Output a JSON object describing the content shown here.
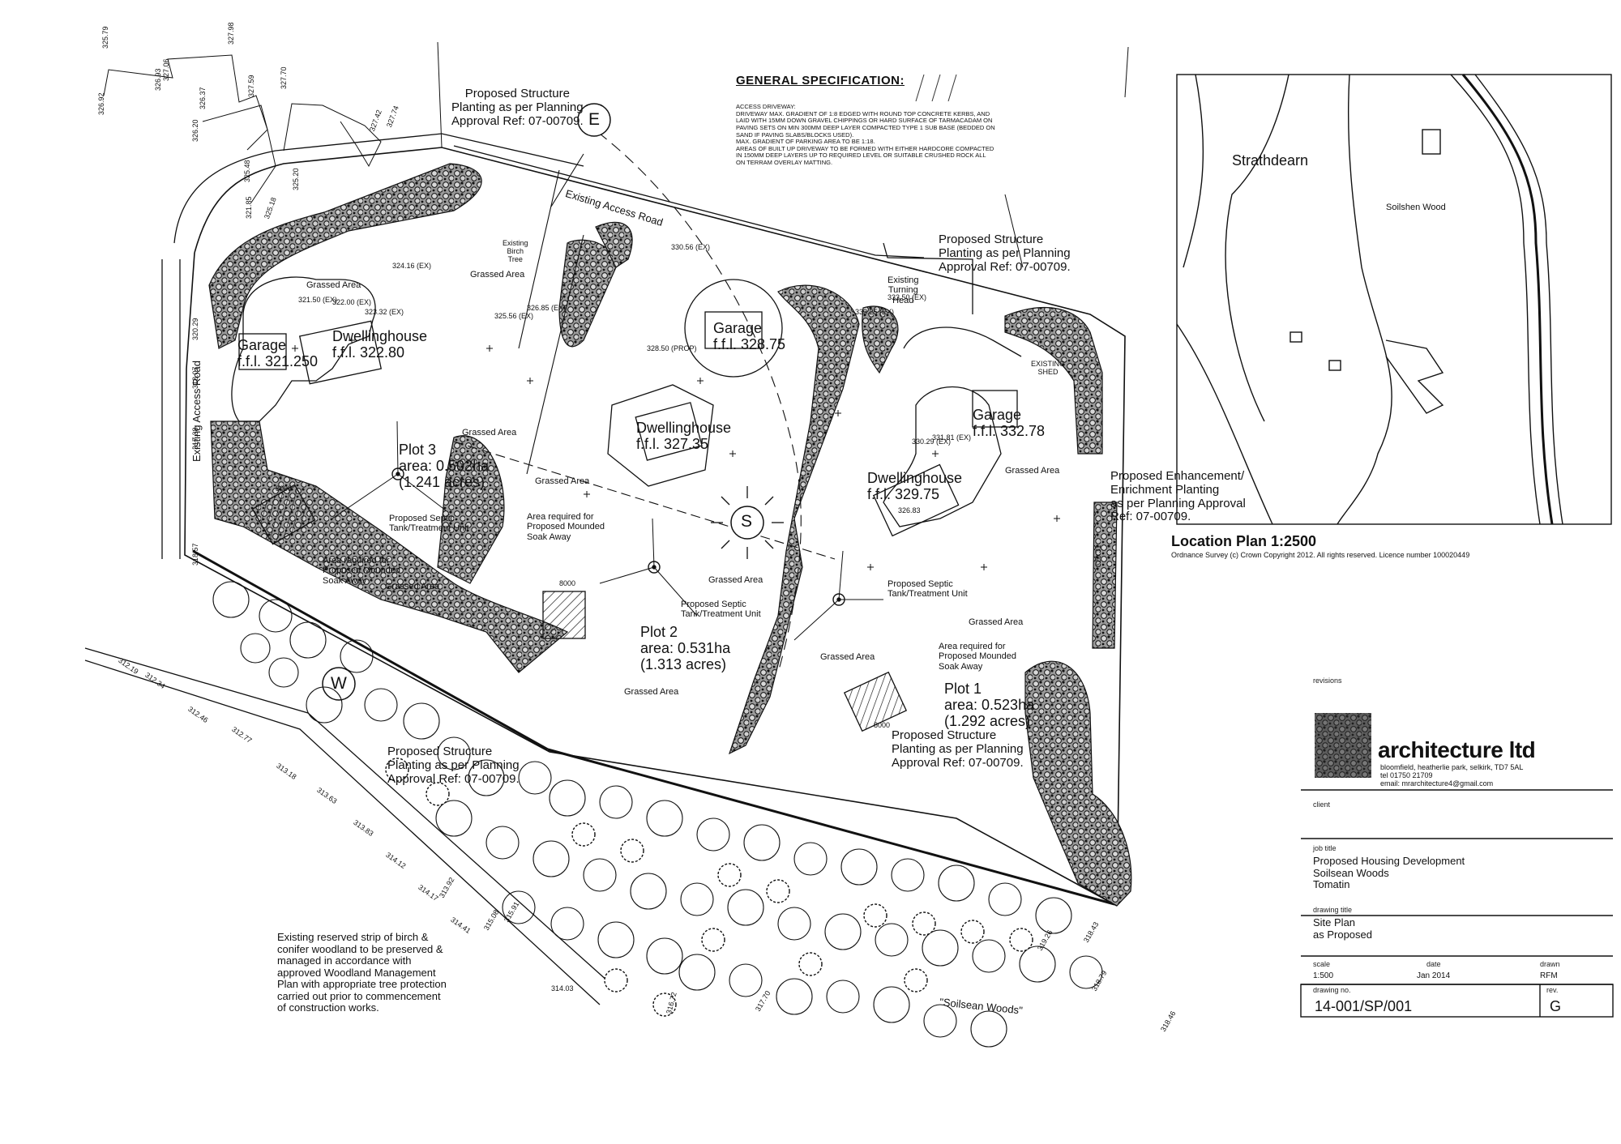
{
  "spec": {
    "title": "GENERAL SPECIFICATION:",
    "body": "ACCESS DRIVEWAY:\nDRIVEWAY MAX. GRADIENT OF 1:8 EDGED WITH ROUND TOP CONCRETE KERBS, AND LAID WITH 15mm DOWN GRAVEL CHIPPINGS OR HARD SURFACE OF TARMACADAM ON PAVING SETS ON MIN 300mm DEEP LAYER COMPACTED TYPE 1 SUB BASE (BEDDED ON SAND IF PAVING SLABS/BLOCKS USED).\nMAX. GRADIENT OF PARKING AREA TO BE 1:18.\nAREAS OF BUILT UP DRIVEWAY TO BE FORMED WITH EITHER HARDCORE COMPACTED IN 150mm DEEP LAYERS UP TO REQUIRED LEVEL OR SUITABLE CRUSHED ROCK ALL ON TERRAM OVERLAY MATTING."
  },
  "location_plan": {
    "place": "Strathdearn",
    "wood": "Soilshen Wood",
    "title": "Location Plan 1:2500",
    "copyright": "Ordnance Survey (c) Crown Copyright 2012. All rights reserved. Licence number 100020449"
  },
  "site": {
    "planting_top": "Proposed Structure\nPlanting as per Planning\nApproval Ref: 07-00709.",
    "planting_right": "Proposed Structure\nPlanting as per Planning\nApproval Ref: 07-00709.",
    "planting_bottom": "Proposed Structure\nPlanting as per Planning\nApproval Ref: 07-00709.",
    "planting_left": "Proposed Structure\nPlanting as per Planning\nApproval Ref: 07-00709.",
    "enhancement": "Proposed Enhancement/\nEnrichment Planting\nas per Planning Approval\nRef: 07-00709.",
    "existing_access_road_top": "Existing Access Road",
    "existing_access_road_left": "Existing Access Road",
    "existing_birch": "Existing\nBirch\nTree",
    "turning_head": "Existing\nTurning\nHead",
    "existing_shed": "EXISTING\nSHED",
    "woodland_note": "Existing reserved strip of birch &\nconifer woodland to be preserved &\nmanaged in accordance with\napproved Woodland Management\nPlan with appropriate tree protection\ncarried out prior to commencement\nof construction works.",
    "soilsean_woods": "\"Soilsean Woods\"",
    "grassed_area": "Grassed Area",
    "septic": "Proposed Septic\nTank/Treatment Unit",
    "soakaway": "Area required for\nProposed Mounded\nSoak Away",
    "dim_8000": "8000",
    "north_e": "E",
    "north_s": "S",
    "north_w": "W",
    "plots": [
      {
        "name": "Plot 3",
        "area": "area: 0.502ha",
        "acres": "(1.241 acres)"
      },
      {
        "name": "Plot 2",
        "area": "area: 0.531ha",
        "acres": "(1.313 acres)"
      },
      {
        "name": "Plot 1",
        "area": "area: 0.523ha",
        "acres": "(1.292 acres)"
      }
    ],
    "garage_label": "Garage",
    "dwelling_label": "Dwellinghouse",
    "garage3_ffl": "f.f.l. 321.250",
    "dwelling3_ffl": "f.f.l. 322.80",
    "garage2_ffl": "f.f.l. 328.75",
    "dwelling2_ffl": "f.f.l. 327.35",
    "garage1_ffl": "f.f.l. 332.78",
    "dwelling1_ffl": "f.f.l. 329.75",
    "levels": [
      "325.79",
      "326.92",
      "327.06",
      "326.93",
      "327.98",
      "327.59",
      "327.70",
      "326.37",
      "326.20",
      "325.48",
      "327.42",
      "327.74",
      "321.85",
      "325.20",
      "325.18",
      "320.29",
      "318.07",
      "317.38",
      "318.57",
      "324.16 (EX)",
      "321.50 (EX)",
      "322.00 (EX)",
      "323.32 (EX)",
      "325.56 (EX)",
      "326.85 (EX)",
      "328.50 (PROP)",
      "333.25 (EX)",
      "333.50 (EX)",
      "330.56 (EX)",
      "331.81 (EX)",
      "330.29 (EX)",
      "326.83",
      "320.31",
      "312.19",
      "312.34",
      "312.46",
      "312.77",
      "313.18",
      "313.63",
      "313.83",
      "314.12",
      "314.17",
      "314.41",
      "314.03",
      "313.92",
      "315.08",
      "315.91",
      "316.72",
      "317.70",
      "318.46",
      "318.79",
      "318.43",
      "319.26"
    ]
  },
  "title_block": {
    "revisions_label": "revisions",
    "company": "architecture ltd",
    "address": "bloomfield, heatherlie park, selkirk, TD7 5AL\ntel 01750 21709\nemail: mrarchitecture4@gmail.com",
    "client_label": "client",
    "job_title_label": "job title",
    "job_title": "Proposed Housing Development\nSoilsean Woods\nTomatin",
    "drawing_title_label": "drawing title",
    "drawing_title": "Site Plan\nas Proposed",
    "scale_label": "scale",
    "scale": "1:500",
    "date_label": "date",
    "date": "Jan 2014",
    "drawn_label": "drawn",
    "drawn": "RFM",
    "drawing_no_label": "drawing no.",
    "drawing_no": "14-001/SP/001",
    "rev_label": "rev.",
    "rev": "G"
  }
}
